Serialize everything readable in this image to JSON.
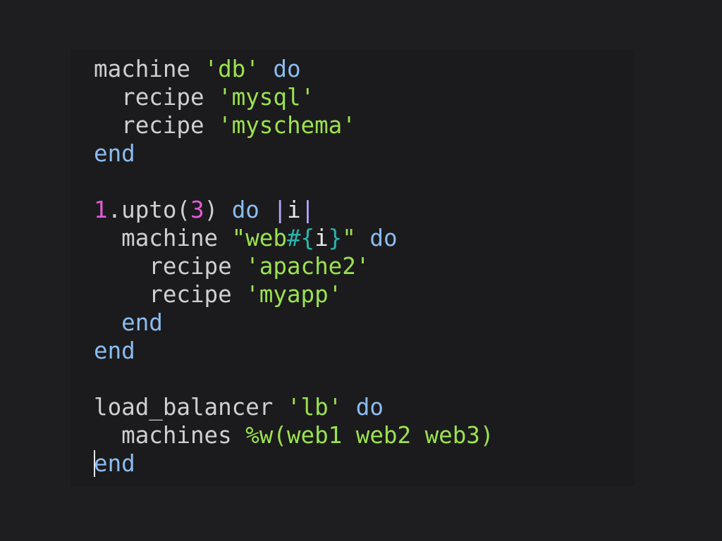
{
  "editor": {
    "colors": {
      "background": "#1e1e20",
      "plain": "#cfcfcf",
      "keyword": "#8bbcf0",
      "string": "#9be24f",
      "number": "#e55ad8",
      "interpolation": "#2ab5ad"
    },
    "lines": [
      [
        {
          "t": "machine ",
          "k": "plain"
        },
        {
          "t": "'db'",
          "k": "str"
        },
        {
          "t": " ",
          "k": "plain"
        },
        {
          "t": "do",
          "k": "kw"
        }
      ],
      [
        {
          "t": "  recipe ",
          "k": "plain"
        },
        {
          "t": "'mysql'",
          "k": "str"
        }
      ],
      [
        {
          "t": "  recipe ",
          "k": "plain"
        },
        {
          "t": "'myschema'",
          "k": "str"
        }
      ],
      [
        {
          "t": "end",
          "k": "kw"
        }
      ],
      [],
      [
        {
          "t": "1",
          "k": "num"
        },
        {
          "t": ".upto(",
          "k": "plain"
        },
        {
          "t": "3",
          "k": "num"
        },
        {
          "t": ") ",
          "k": "plain"
        },
        {
          "t": "do",
          "k": "kw"
        },
        {
          "t": " ",
          "k": "plain"
        },
        {
          "t": "|",
          "k": "pipe"
        },
        {
          "t": "i",
          "k": "var"
        },
        {
          "t": "|",
          "k": "pipe"
        }
      ],
      [
        {
          "t": "  machine ",
          "k": "plain"
        },
        {
          "t": "\"web",
          "k": "str"
        },
        {
          "t": "#{",
          "k": "interp"
        },
        {
          "t": "i",
          "k": "var"
        },
        {
          "t": "}",
          "k": "interp"
        },
        {
          "t": "\"",
          "k": "str"
        },
        {
          "t": " ",
          "k": "plain"
        },
        {
          "t": "do",
          "k": "kw"
        }
      ],
      [
        {
          "t": "    recipe ",
          "k": "plain"
        },
        {
          "t": "'apache2'",
          "k": "str"
        }
      ],
      [
        {
          "t": "    recipe ",
          "k": "plain"
        },
        {
          "t": "'myapp'",
          "k": "str"
        }
      ],
      [
        {
          "t": "  ",
          "k": "plain"
        },
        {
          "t": "end",
          "k": "kw"
        }
      ],
      [
        {
          "t": "end",
          "k": "kw"
        }
      ],
      [],
      [
        {
          "t": "load_balancer ",
          "k": "plain"
        },
        {
          "t": "'lb'",
          "k": "str"
        },
        {
          "t": " ",
          "k": "plain"
        },
        {
          "t": "do",
          "k": "kw"
        }
      ],
      [
        {
          "t": "  machines ",
          "k": "plain"
        },
        {
          "t": "%w(web1 web2 web3)",
          "k": "str"
        }
      ],
      [
        {
          "t": "end",
          "k": "kw",
          "cursor": true
        }
      ]
    ]
  }
}
